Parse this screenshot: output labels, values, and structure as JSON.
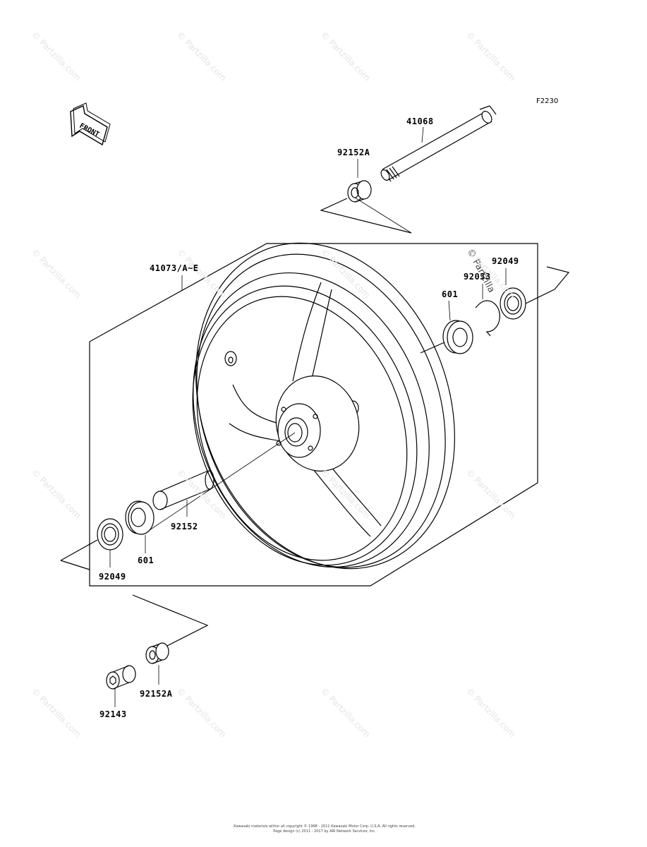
{
  "figure_id": "F2230",
  "watermark": "© Partzilla.com",
  "overlay_text": "© Partzilla",
  "front_arrow_label": "FRONT",
  "labels": {
    "axle": "41068",
    "collar_top": "92152A",
    "wheel": "41073/A~E",
    "seal_top": "92049",
    "circlip": "92033",
    "bearing_top": "601",
    "spacer": "92152",
    "bearing_bottom": "601",
    "seal_bottom": "92049",
    "collar_bottom": "92152A",
    "collar_small": "92143"
  },
  "copyright": [
    "Kawasaki materials within all copyright © 1998 - 2011 Kawasaki Motor Corp. U.S.A. All rights reserved.",
    "Page design (c) 2011 - 2017 by ARI Network Services, Inc."
  ]
}
